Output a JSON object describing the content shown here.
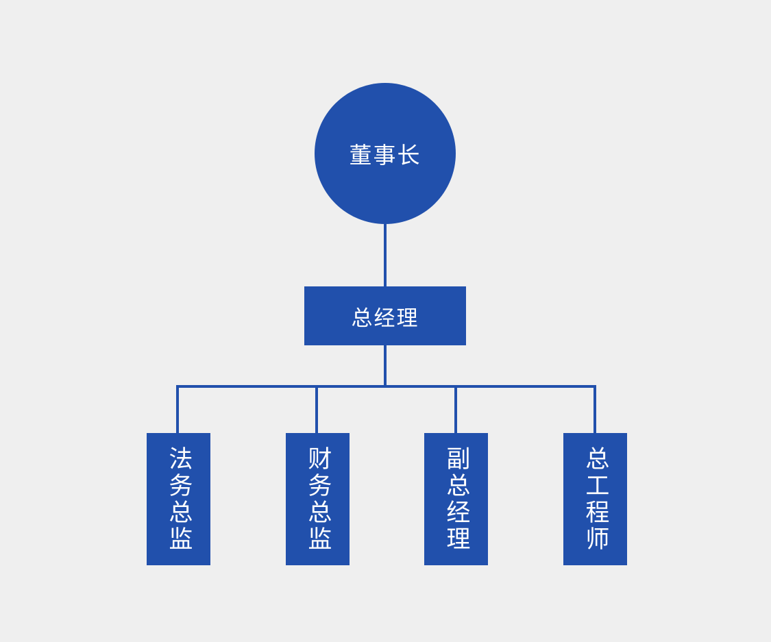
{
  "chart": {
    "type": "org-chart",
    "title": "",
    "background_color": "#EFEFEF",
    "node_color": "#2150AC",
    "line_color": "#2150AC",
    "text_color": "#FFFFFF",
    "levels": [
      {
        "level": 1,
        "nodes": [
          {
            "id": "chairman",
            "label": "董事长",
            "shape": "circle",
            "orientation": "horizontal"
          }
        ]
      },
      {
        "level": 2,
        "nodes": [
          {
            "id": "general-manager",
            "label": "总经理",
            "shape": "rectangle",
            "orientation": "horizontal"
          }
        ]
      },
      {
        "level": 3,
        "nodes": [
          {
            "id": "legal-director",
            "label": "法务总监",
            "shape": "rectangle",
            "orientation": "vertical"
          },
          {
            "id": "finance-director",
            "label": "财务总监",
            "shape": "rectangle",
            "orientation": "vertical"
          },
          {
            "id": "deputy-general-manager",
            "label": "副总经理",
            "shape": "rectangle",
            "orientation": "vertical"
          },
          {
            "id": "chief-engineer",
            "label": "总工程师",
            "shape": "rectangle",
            "orientation": "vertical"
          }
        ]
      }
    ],
    "edges": [
      {
        "from": "chairman",
        "to": "general-manager"
      },
      {
        "from": "general-manager",
        "to": "legal-director"
      },
      {
        "from": "general-manager",
        "to": "finance-director"
      },
      {
        "from": "general-manager",
        "to": "deputy-general-manager"
      },
      {
        "from": "general-manager",
        "to": "chief-engineer"
      }
    ]
  }
}
